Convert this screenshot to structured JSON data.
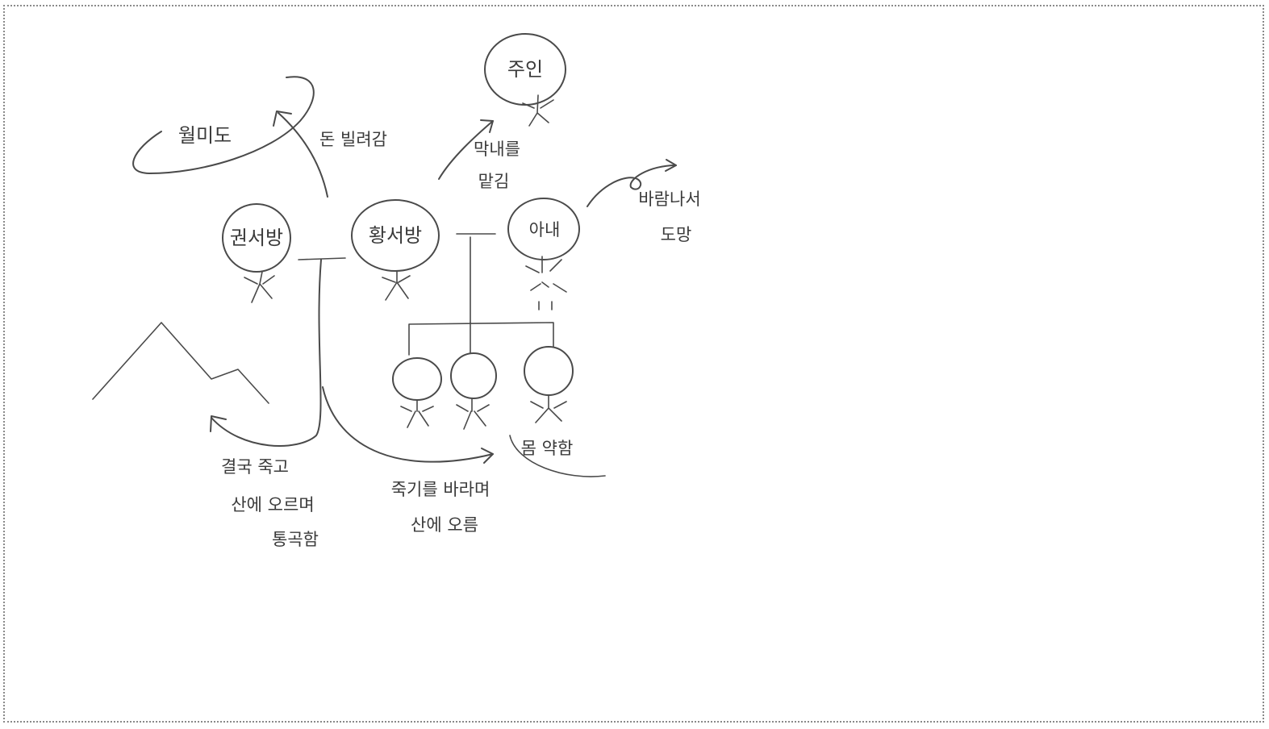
{
  "nodes": {
    "owner": "주인",
    "kwon": "권서방",
    "hwang": "황서방",
    "wife": "아내"
  },
  "labels": {
    "wolmido": "월미도",
    "borrowed_money": "돈 빌려감",
    "entrust_1": "막내를",
    "entrust_2": "맡김",
    "ran_away_1": "바람나서",
    "ran_away_2": "도망",
    "weak_body": "몸 약함",
    "death_1": "결국 죽고",
    "death_2": "산에 오르며",
    "death_3": "통곡함",
    "hope_1": "죽기를 바라며",
    "hope_2": "산에 오름"
  }
}
